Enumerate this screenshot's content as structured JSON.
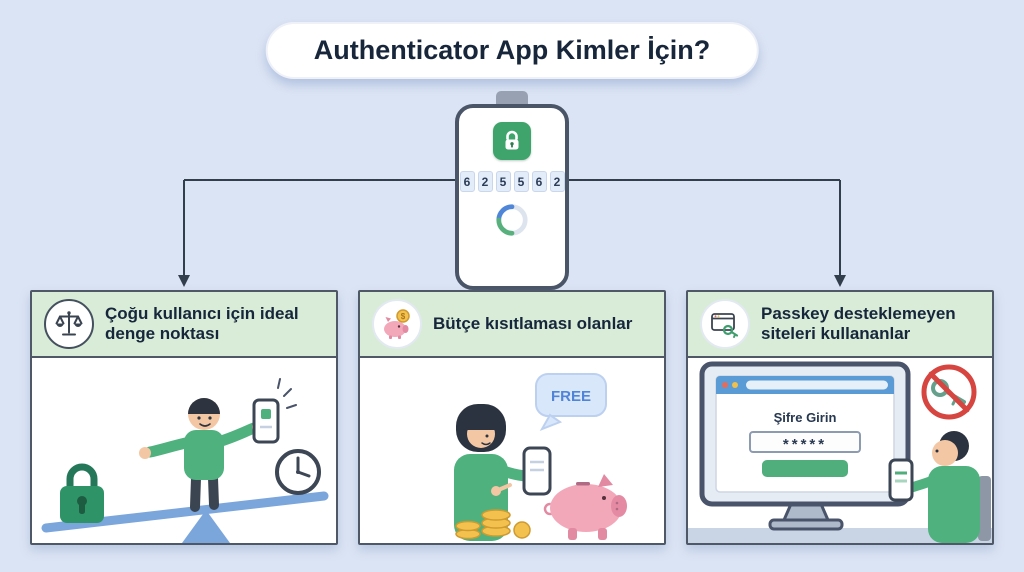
{
  "title": "Authenticator App Kimler İçin?",
  "colors": {
    "background": "#dbe4f4",
    "panel_header_green": "#d8ecd8",
    "accent_green": "#4fb27e",
    "accent_blue": "#5b9bd5",
    "alert_red": "#d6453f",
    "coin_gold": "#f2c14e",
    "pig_pink": "#f3a8ba"
  },
  "phone": {
    "code_digits": [
      "6",
      "2",
      "5",
      "5",
      "6",
      "2"
    ]
  },
  "panels": [
    {
      "id": "balance",
      "icon": "balance-scale-icon",
      "heading": "Çoğu kullanıcı için ideal denge noktası"
    },
    {
      "id": "budget",
      "icon": "piggy-bank-icon",
      "heading": "Bütçe kısıtlaması olanlar",
      "bubble_label": "FREE",
      "coin_symbol": "$"
    },
    {
      "id": "no-passkey",
      "icon": "browser-key-icon",
      "heading": "Passkey desteklemeyen siteleri kullananlar",
      "monitor_title": "Şifre Girin",
      "password_mask": "*****"
    }
  ]
}
